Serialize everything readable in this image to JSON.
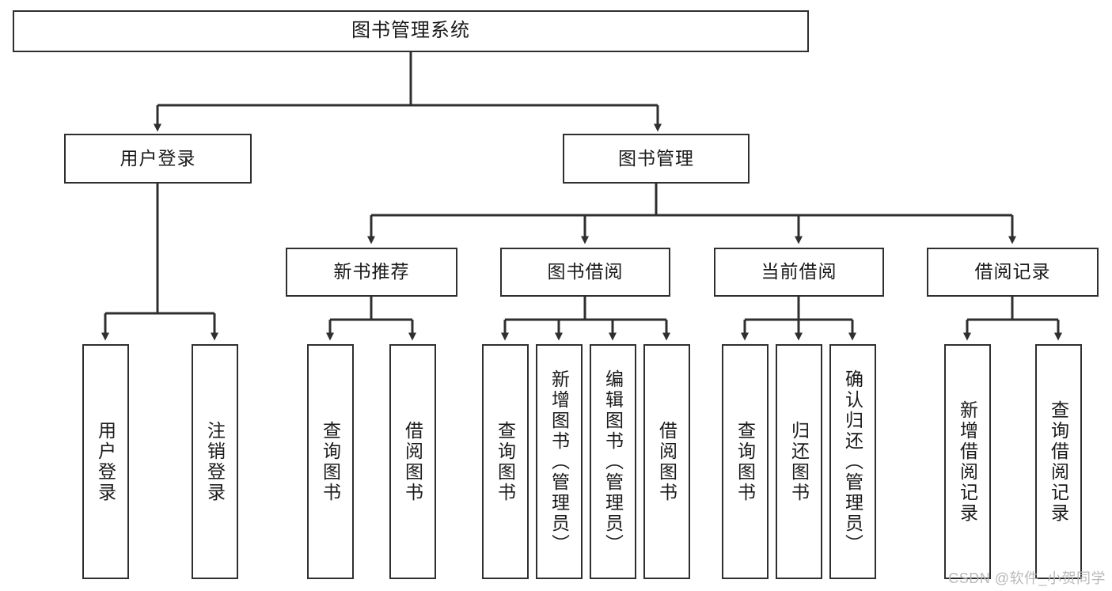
{
  "diagram": {
    "type": "tree",
    "title": "图书管理系统",
    "root": {
      "label": "图书管理系统"
    },
    "level2": [
      {
        "label": "用户登录"
      },
      {
        "label": "图书管理"
      }
    ],
    "level3": [
      {
        "label": "新书推荐"
      },
      {
        "label": "图书借阅"
      },
      {
        "label": "当前借阅"
      },
      {
        "label": "借阅记录"
      }
    ],
    "leaves": {
      "user_login": [
        {
          "label": "用户登录"
        },
        {
          "label": "注销登录"
        }
      ],
      "new_book_recommend": [
        {
          "label": "查询图书"
        },
        {
          "label": "借阅图书"
        }
      ],
      "book_borrow": [
        {
          "label": "查询图书"
        },
        {
          "label": "新增图书（管理员）"
        },
        {
          "label": "编辑图书（管理员）"
        },
        {
          "label": "借阅图书"
        }
      ],
      "current_borrow": [
        {
          "label": "查询图书"
        },
        {
          "label": "归还图书"
        },
        {
          "label": "确认归还（管理员）"
        }
      ],
      "borrow_record": [
        {
          "label": "新增借阅记录"
        },
        {
          "label": "查询借阅记录"
        }
      ]
    }
  },
  "watermark": {
    "text": "CSDN @软件_小贺同学"
  },
  "colors": {
    "stroke": "#2f2f2f",
    "box_fill": "#ffffff",
    "text": "#1a1a1a",
    "watermark": "#b9b9b9",
    "background": "#ffffff"
  }
}
